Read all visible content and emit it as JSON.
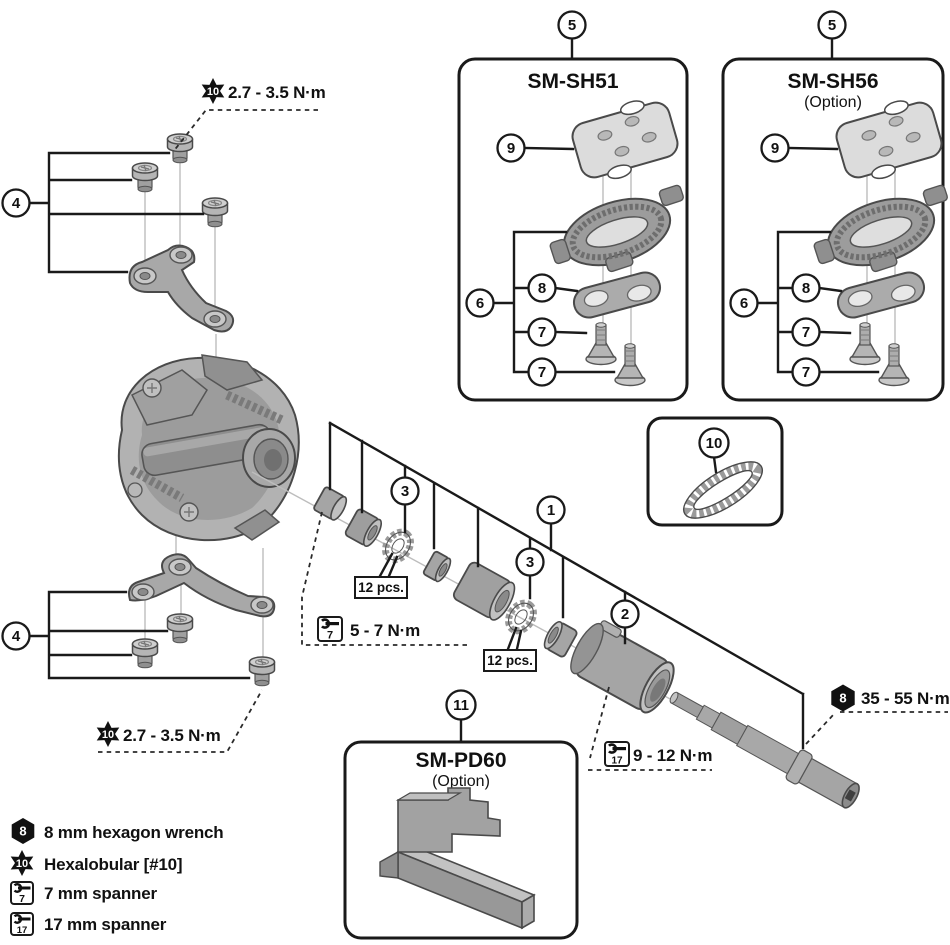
{
  "diagram": {
    "style": {
      "background": "#ffffff",
      "line_color": "#1a1a1a",
      "part_gray": "#a8a8a8"
    },
    "boxes": {
      "sm_sh51": {
        "title": "SM-SH51"
      },
      "sm_sh56": {
        "title": "SM-SH56",
        "subtitle": "(Option)"
      },
      "sm_pd60": {
        "title": "SM-PD60",
        "subtitle": "(Option)"
      }
    },
    "callouts": {
      "axle_assembly": "1",
      "axle_body": "2",
      "steel_balls": "3",
      "cage_plate_screws": "4",
      "cleat_set": "5",
      "cleat_fixing": "6",
      "cleat_bolt": "7",
      "cleat_washer": "8",
      "cleat_plate_nut": "9",
      "chain_peg": "10",
      "reflector": "11"
    },
    "labels": {
      "balls_qty": "12 pcs."
    },
    "torques": {
      "cage_screws_top": "2.7 - 3.5 N·m",
      "cage_screws_bottom": "2.7 - 3.5 N·m",
      "locknut": "5 - 7 N·m",
      "body": "9 - 12 N·m",
      "spindle": "35 - 55 N·m"
    },
    "tools": {
      "hex8": {
        "number": "8",
        "label": "8 mm hexagon wrench"
      },
      "hexalobular10": {
        "number": "10",
        "label": "Hexalobular [#10]"
      },
      "spanner7": {
        "number": "7",
        "label": "7 mm spanner"
      },
      "spanner17": {
        "number": "17",
        "label": "17 mm spanner"
      }
    }
  }
}
